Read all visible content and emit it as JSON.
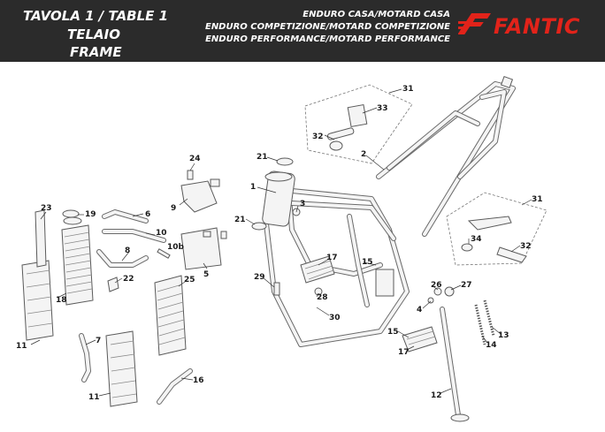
{
  "header": {
    "title_line1": "TAVOLA 1  /  TABLE 1",
    "title_line2": "TELAIO",
    "title_line3": "FRAME",
    "model_line1": "ENDURO CASA/MOTARD CASA",
    "model_line2": "ENDURO COMPETIZIONE/MOTARD COMPETIZIONE",
    "model_line3": "ENDURO PERFORMANCE/MOTARD PERFORMANCE",
    "brand": "FANTIC",
    "brand_color": "#e2231a",
    "header_color": "#2b2b2b"
  },
  "callouts": {
    "c1": "1",
    "c2": "2",
    "c3": "3",
    "c4": "4",
    "c5": "5",
    "c6": "6",
    "c7": "7",
    "c8": "8",
    "c9": "9",
    "c10": "10",
    "c10b": "10b",
    "c11a": "11",
    "c11b": "11",
    "c12": "12",
    "c13": "13",
    "c14": "14",
    "c15a": "15",
    "c15b": "15",
    "c16": "16",
    "c17a": "17",
    "c17b": "17",
    "c18": "18",
    "c19": "19",
    "c21a": "21",
    "c21b": "21",
    "c22": "22",
    "c23": "23",
    "c24": "24",
    "c25": "25",
    "c26": "26",
    "c27": "27",
    "c28": "28",
    "c29": "29",
    "c30": "30",
    "c31a": "31",
    "c31b": "31",
    "c32a": "32",
    "c32b": "32",
    "c33": "33",
    "c34": "34"
  }
}
